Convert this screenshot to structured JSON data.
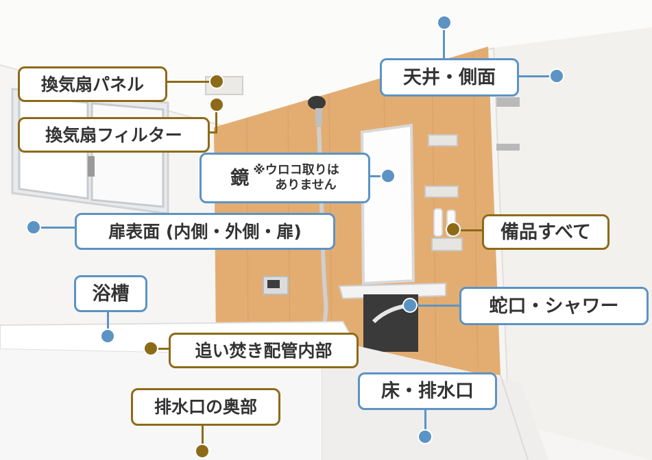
{
  "image": {
    "description_alt": "",
    "colors": {
      "blue": "#5b93c4",
      "gold": "#8d6a18",
      "wood_panel": "#e3ad72",
      "wall": "#f6f5f3"
    }
  },
  "labels": {
    "fan_panel": "換気扇パネル",
    "fan_filter": "換気扇フィルター",
    "ceiling_side": "天井・側面",
    "mirror_main": "鏡",
    "mirror_note_1": "※ウロコ取りは",
    "mirror_note_2": "ありません",
    "door": "扉表面 (内側・外側・扉)",
    "fixtures": "備品すべて",
    "bathtub": "浴槽",
    "faucet_shower": "蛇口・シャワー",
    "reheat_pipe": "追い焚き配管内部",
    "floor_drain": "床・排水口",
    "drain_back": "排水口の奥部"
  }
}
